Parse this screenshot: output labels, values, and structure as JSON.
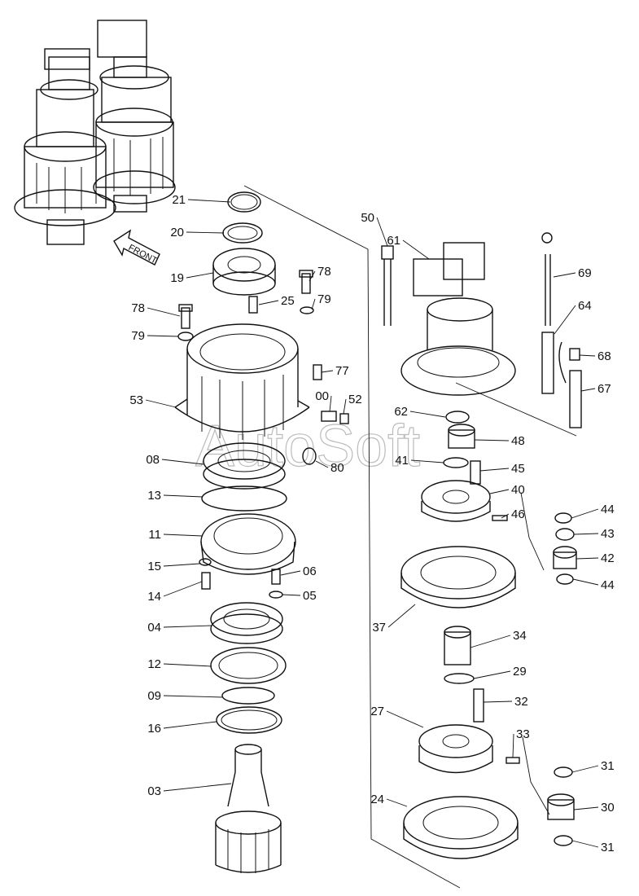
{
  "watermark": "AutoSoft",
  "front_label": "FRONT",
  "part_labels": [
    "21",
    "20",
    "19",
    "78",
    "79",
    "25",
    "78",
    "79",
    "77",
    "00",
    "52",
    "53",
    "08",
    "80",
    "13",
    "11",
    "15",
    "06",
    "14",
    "05",
    "04",
    "12",
    "09",
    "16",
    "03",
    "50",
    "61",
    "69",
    "64",
    "68",
    "67",
    "62",
    "48",
    "41",
    "45",
    "40",
    "44",
    "43",
    "42",
    "44",
    "46",
    "37",
    "34",
    "29",
    "32",
    "27",
    "33",
    "31",
    "30",
    "31",
    "24"
  ]
}
